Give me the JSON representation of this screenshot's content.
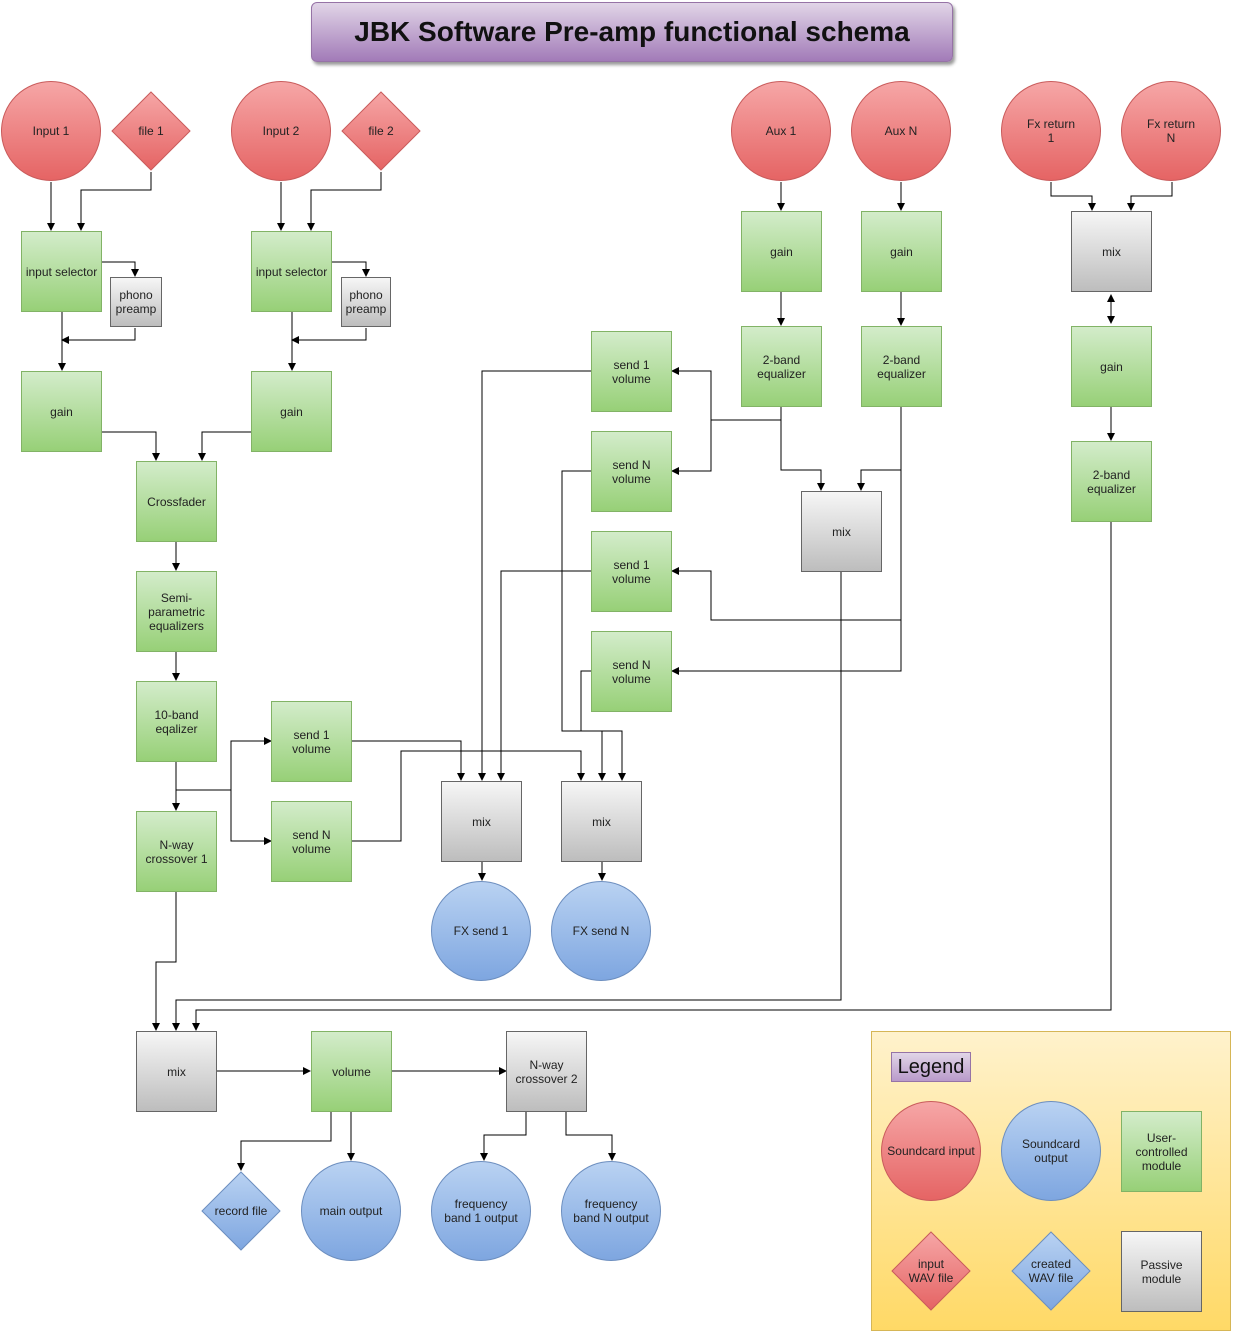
{
  "title": "JBK Software Pre-amp functional schema",
  "legend": {
    "title": "Legend",
    "soundcard_input": "Soundcard input",
    "soundcard_output": "Soundcard\noutput",
    "user_controlled": "User-\ncontrolled\nmodule",
    "input_wav": "input\nWAV file",
    "created_wav": "created\nWAV file",
    "passive": "Passive\nmodule"
  },
  "nodes": {
    "input1": "Input 1",
    "file1": "file 1",
    "input2": "Input 2",
    "file2": "file 2",
    "aux1": "Aux 1",
    "auxn": "Aux N",
    "fxret1": "Fx return\n1",
    "fxretn": "Fx return\nN",
    "insel1": "input selector",
    "insel2": "input selector",
    "phono1": "phono\npreamp",
    "phono2": "phono\npreamp",
    "gain_in1": "gain",
    "gain_in2": "gain",
    "crossfader": "Crossfader",
    "semiparam": "Semi-\nparametric\nequalizers",
    "eq10": "10-band\neqalizer",
    "crossover1": "N-way\ncrossover 1",
    "send1_a": "send 1\nvolume",
    "sendn_a": "send N\nvolume",
    "mix_fx1": "mix",
    "mix_fxn": "mix",
    "fx_send1": "FX  send 1",
    "fx_sendn": "FX  send N",
    "gain_aux1": "gain",
    "gain_auxn": "gain",
    "eq2_aux1": "2-band\nequalizer",
    "eq2_auxn": "2-band\nequalizer",
    "mix_aux": "mix",
    "send1_b": "send 1\nvolume",
    "sendn_b": "send N\nvolume",
    "send1_c": "send 1\nvolume",
    "sendn_c": "send N\nvolume",
    "mix_fxret": "mix",
    "gain_fxret": "gain",
    "eq2_fxret": "2-band\nequalizer",
    "mix_main": "mix",
    "volume": "volume",
    "crossover2": "N-way\ncrossover 2",
    "record_file": "record file",
    "main_output": "main output",
    "freq_band1": "frequency\nband 1 output",
    "freq_bandn": "frequency\nband N output"
  },
  "colors": {
    "red_fill": "#ea6b66",
    "blue_fill": "#7ea6e0",
    "green_fill": "#97d077",
    "grey_fill": "#bdbdbd",
    "title_fill": "#a27bb8",
    "legend_fill": "#ffd966"
  }
}
